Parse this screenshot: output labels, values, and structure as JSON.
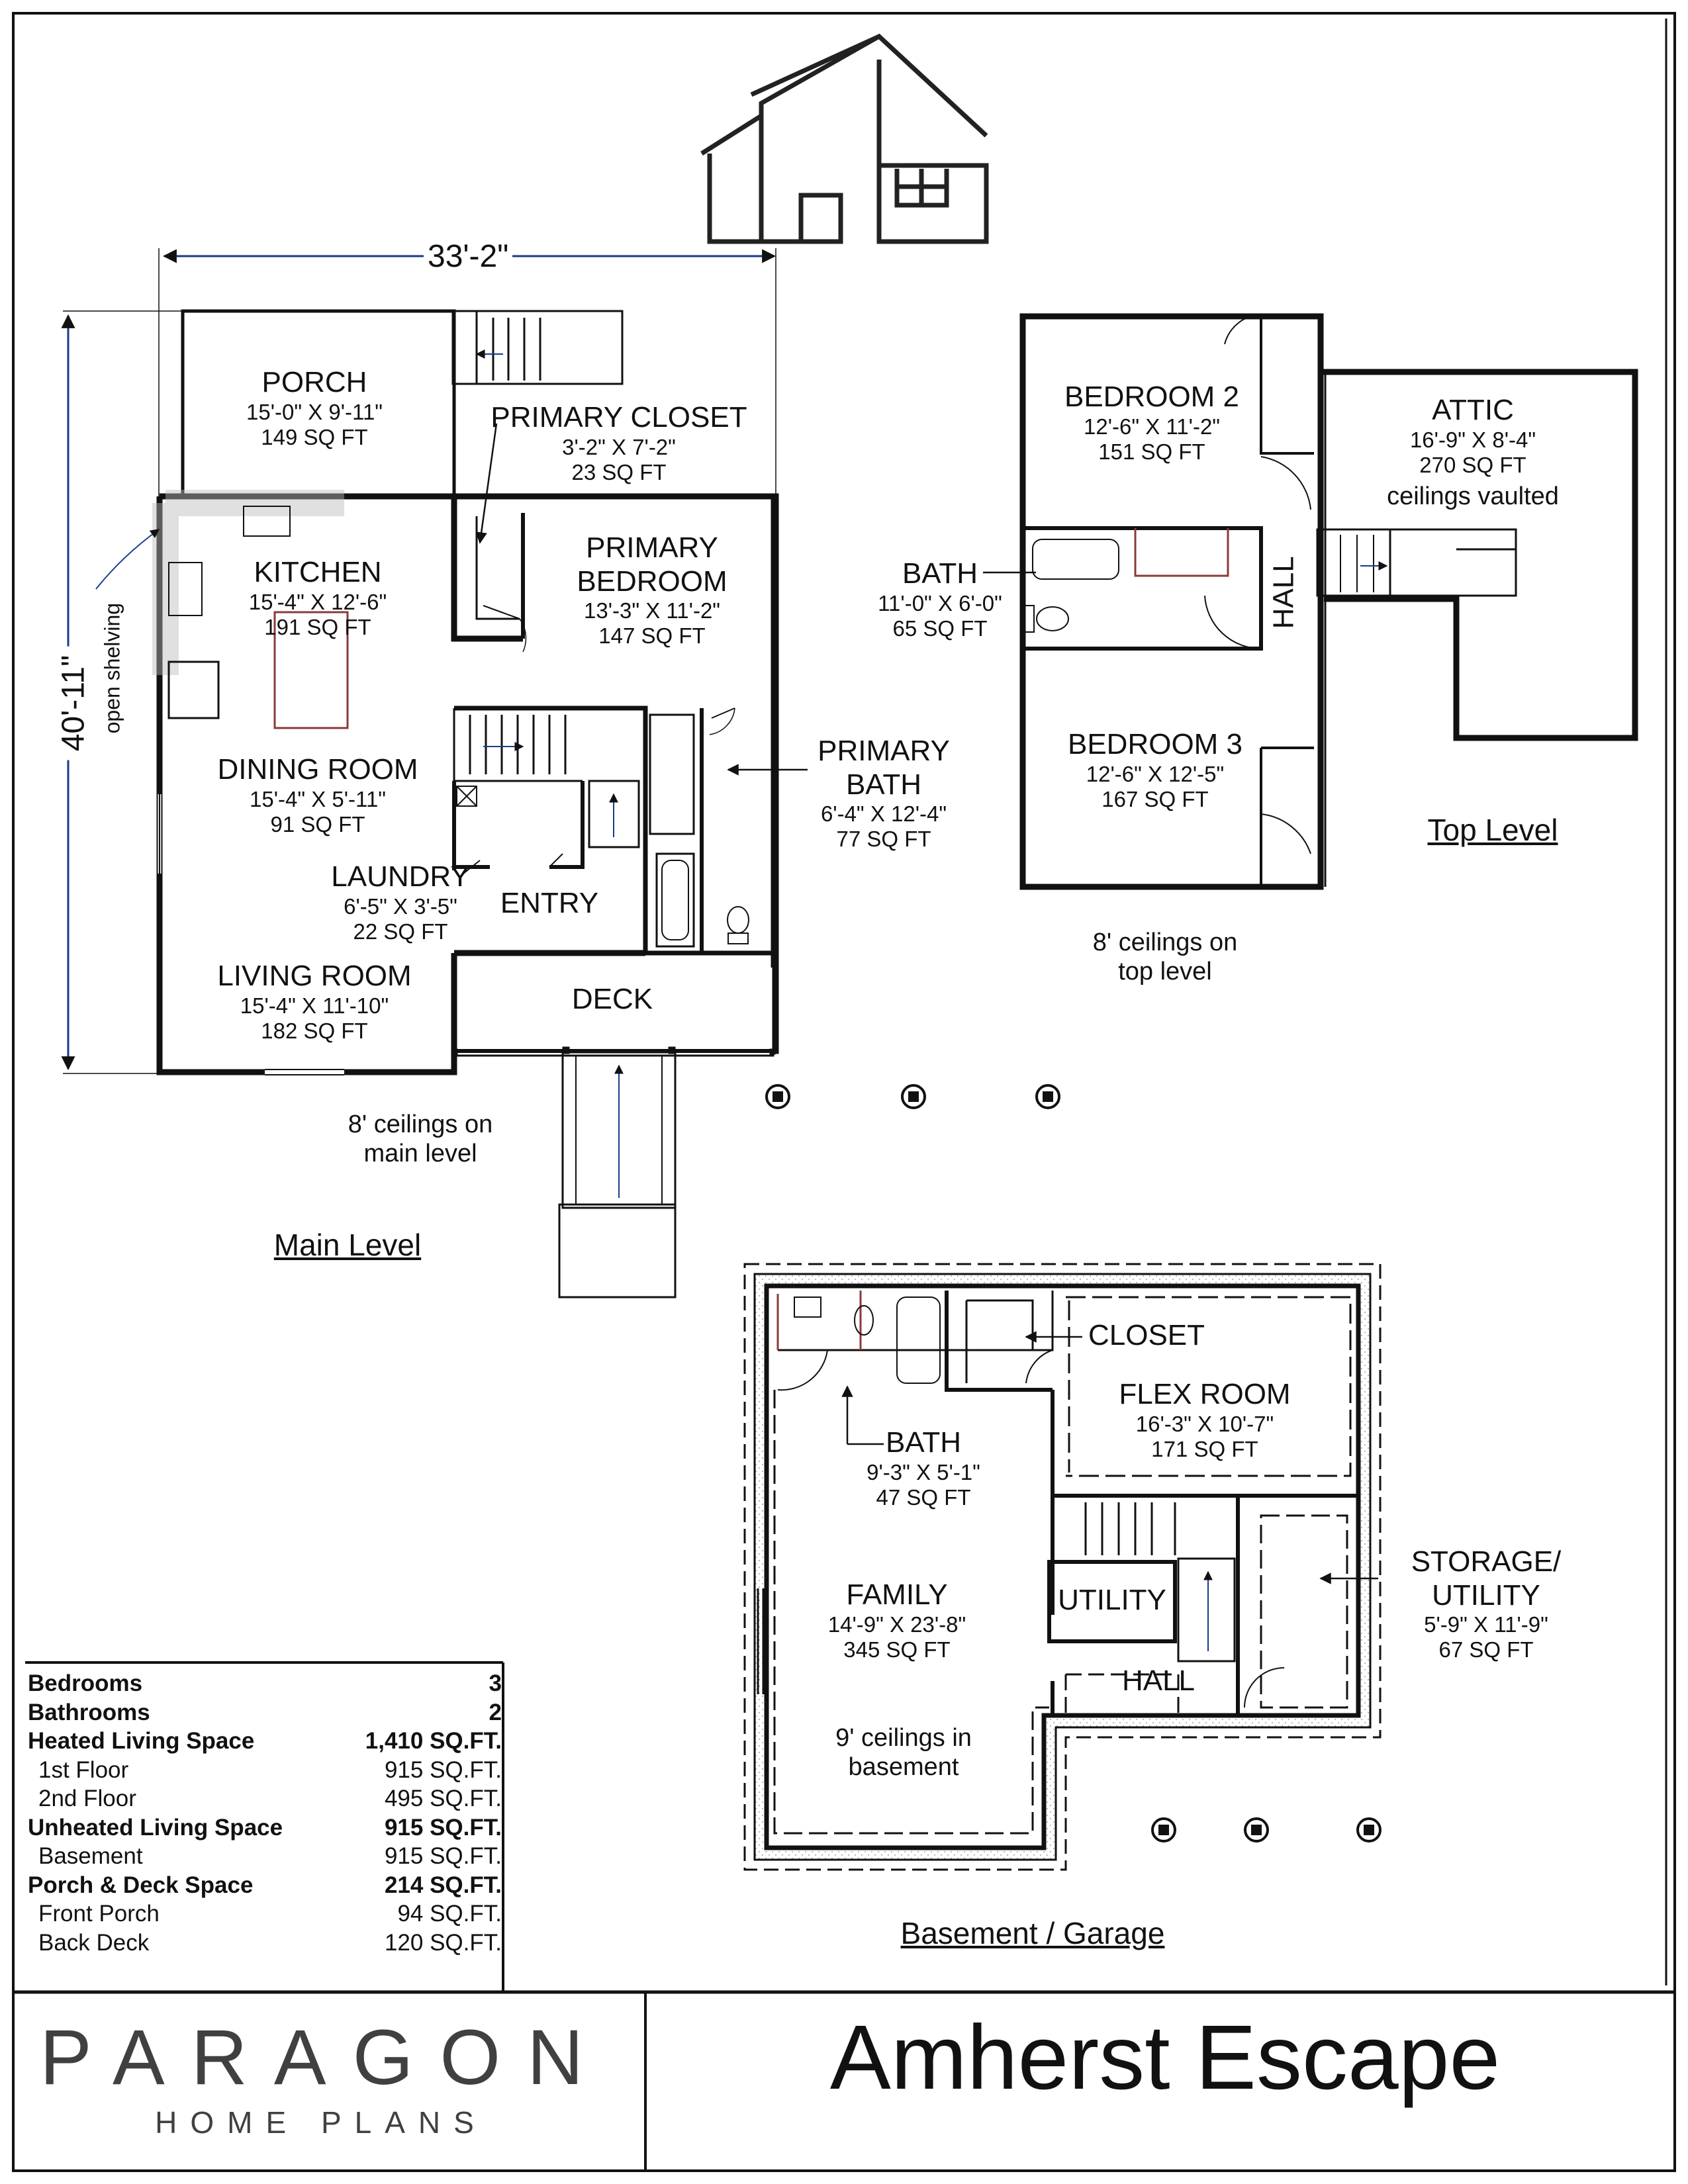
{
  "dimensions": {
    "width": "33'-2\"",
    "depth": "40'-11\""
  },
  "main_level": {
    "label": "Main Level",
    "ceiling_note": [
      "8' ceilings on",
      "main level"
    ],
    "open_shelving": "open shelving",
    "rooms": {
      "porch": {
        "name": "PORCH",
        "size": "15'-0\" X 9'-11\"",
        "area": "149 SQ FT"
      },
      "primary_closet": {
        "name": "PRIMARY CLOSET",
        "size": "3'-2\" X 7'-2\"",
        "area": "23 SQ FT"
      },
      "kitchen": {
        "name": "KITCHEN",
        "size": "15'-4\" X 12'-6\"",
        "area": "191 SQ FT"
      },
      "primary_bedroom": {
        "name": [
          "PRIMARY",
          "BEDROOM"
        ],
        "size": "13'-3\" X 11'-2\"",
        "area": "147 SQ FT"
      },
      "dining_room": {
        "name": "DINING ROOM",
        "size": "15'-4\" X 5'-11\"",
        "area": "91 SQ FT"
      },
      "primary_bath": {
        "name": [
          "PRIMARY",
          "BATH"
        ],
        "size": "6'-4\" X 12'-4\"",
        "area": "77 SQ FT"
      },
      "laundry": {
        "name": "LAUNDRY",
        "size": "6'-5\" X 3'-5\"",
        "area": "22 SQ FT"
      },
      "entry": {
        "name": "ENTRY"
      },
      "living_room": {
        "name": "LIVING ROOM",
        "size": "15'-4\" X 11'-10\"",
        "area": "182 SQ FT"
      },
      "deck": {
        "name": "DECK"
      }
    }
  },
  "top_level": {
    "label": "Top Level",
    "ceiling_note": [
      "8' ceilings on",
      "top level"
    ],
    "rooms": {
      "bedroom_2": {
        "name": "BEDROOM 2",
        "size": "12'-6\" X 11'-2\"",
        "area": "151 SQ FT"
      },
      "attic": {
        "name": "ATTIC",
        "size": "16'-9\" X 8'-4\"",
        "area": "270 SQ FT",
        "note": "ceilings vaulted"
      },
      "bath": {
        "name": "BATH",
        "size": "11'-0\" X 6'-0\"",
        "area": "65 SQ FT"
      },
      "hall": {
        "name": "HALL"
      },
      "bedroom_3": {
        "name": "BEDROOM 3",
        "size": "12'-6\" X 12'-5\"",
        "area": "167 SQ FT"
      }
    }
  },
  "basement": {
    "label": "Basement / Garage",
    "ceiling_note": [
      "9' ceilings in",
      "basement"
    ],
    "rooms": {
      "closet": {
        "name": "CLOSET"
      },
      "flex_room": {
        "name": "FLEX ROOM",
        "size": "16'-3\" X 10'-7\"",
        "area": "171 SQ FT"
      },
      "bath": {
        "name": "BATH",
        "size": "9'-3\" X 5'-1\"",
        "area": "47 SQ FT"
      },
      "storage": {
        "name": [
          "STORAGE/",
          "UTILITY"
        ],
        "size": "5'-9\" X 11'-9\"",
        "area": "67 SQ FT"
      },
      "family": {
        "name": "FAMILY",
        "size": "14'-9\" X 23'-8\"",
        "area": "345 SQ FT"
      },
      "utility": {
        "name": "UTILITY"
      },
      "hall": {
        "name": "HALL"
      }
    }
  },
  "stats": [
    {
      "k": "Bedrooms",
      "v": "3",
      "style": "b"
    },
    {
      "k": "Bathrooms",
      "v": "2",
      "style": "b"
    },
    {
      "k": "Heated Living Space",
      "v": "1,410 SQ.FT.",
      "style": "b"
    },
    {
      "k": "1st Floor",
      "v": "915 SQ.FT.",
      "style": "i"
    },
    {
      "k": "2nd Floor",
      "v": "495 SQ.FT.",
      "style": "i"
    },
    {
      "k": "Unheated Living Space",
      "v": "915 SQ.FT.",
      "style": "b"
    },
    {
      "k": "Basement",
      "v": "915 SQ.FT.",
      "style": "i"
    },
    {
      "k": "Porch & Deck Space",
      "v": "214 SQ.FT.",
      "style": "b"
    },
    {
      "k": "Front Porch",
      "v": "94 SQ.FT.",
      "style": "i"
    },
    {
      "k": "Back Deck",
      "v": "120 SQ.FT.",
      "style": "i"
    }
  ],
  "brand": {
    "name": "PARAGON",
    "sub": "HOME PLANS"
  },
  "title": "Amherst Escape"
}
